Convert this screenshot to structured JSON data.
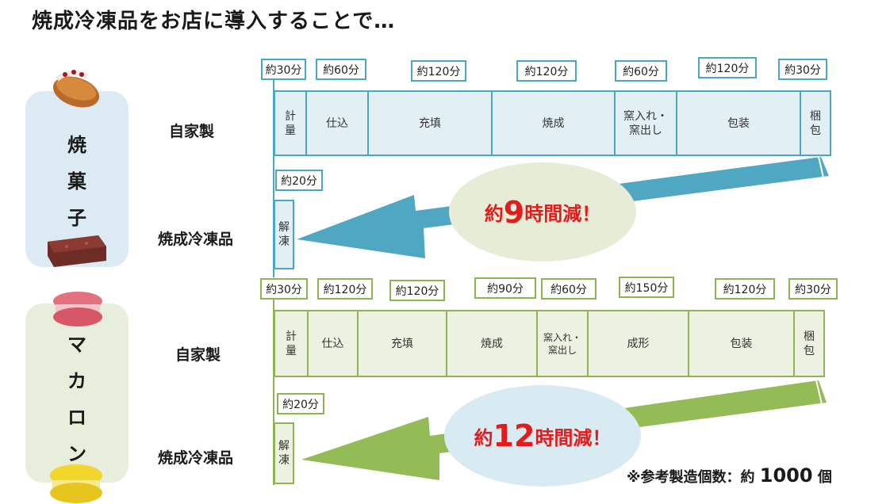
{
  "title": "焼成冷凍品をお店に導入することで…",
  "colors": {
    "blue": "#49a7c2",
    "green": "#8fb454",
    "red": "#e31b1b"
  },
  "sections": [
    {
      "product": "焼\n菓\n子",
      "row_homemade": "自家製",
      "row_frozen": "焼成冷凍品",
      "steps": [
        {
          "label": "計\n量",
          "time": "約30分"
        },
        {
          "label": "仕込",
          "time": "約60分"
        },
        {
          "label": "充填",
          "time": "約120分"
        },
        {
          "label": "焼成",
          "time": "約120分"
        },
        {
          "label": "窯入れ・\n窯出し",
          "time": "約60分"
        },
        {
          "label": "包装",
          "time": "約120分"
        },
        {
          "label": "梱\n包",
          "time": "約30分"
        }
      ],
      "frozen_step": {
        "label": "解\n凍",
        "time": "約20分"
      },
      "reduction": {
        "prefix": "約",
        "number": "9",
        "suffix": "時間減！"
      }
    },
    {
      "product": "マ\nカ\nロ\nン",
      "row_homemade": "自家製",
      "row_frozen": "焼成冷凍品",
      "steps": [
        {
          "label": "計\n量",
          "time": "約30分"
        },
        {
          "label": "仕込",
          "time": "約120分"
        },
        {
          "label": "充填",
          "time": "約120分"
        },
        {
          "label": "焼成",
          "time": "約90分"
        },
        {
          "label": "窯入れ・\n窯出し",
          "time": "約60分"
        },
        {
          "label": "成形",
          "time": "約150分"
        },
        {
          "label": "包装",
          "time": "約120分"
        },
        {
          "label": "梱\n包",
          "time": "約30分"
        }
      ],
      "frozen_step": {
        "label": "解\n凍",
        "time": "約20分"
      },
      "reduction": {
        "prefix": "約",
        "number": "12",
        "suffix": "時間減！"
      }
    }
  ],
  "note": {
    "prefix": "※参考製造個数：約",
    "number": "1000",
    "unit": "個"
  }
}
